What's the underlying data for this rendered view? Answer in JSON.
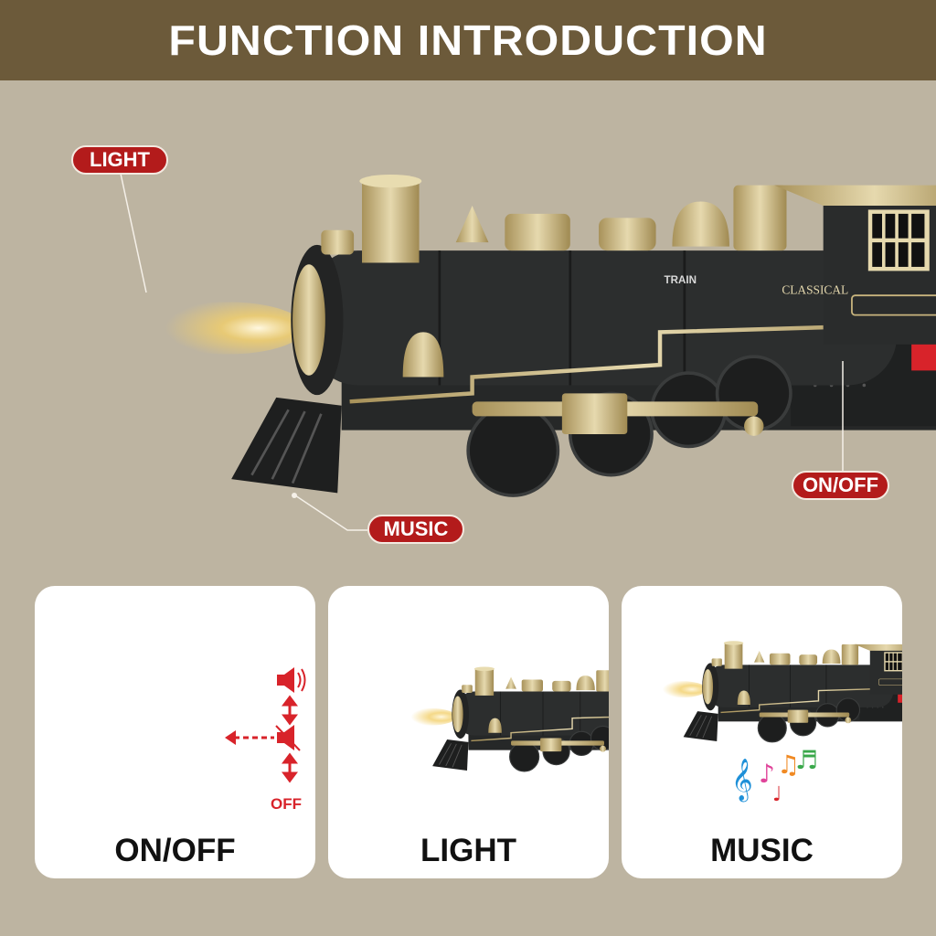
{
  "header": {
    "title": "FUNCTION INTRODUCTION"
  },
  "callouts": {
    "light": "LIGHT",
    "on_off": "ON/OFF",
    "music": "MUSIC"
  },
  "train": {
    "brand_badge": "TRAIN",
    "nameplate": "CLASSICAL"
  },
  "cards": [
    {
      "label": "ON/OFF",
      "indicator_text": "OFF",
      "icons": [
        "speaker-on-icon",
        "up-down-arrow-icon",
        "speaker-muted-icon",
        "dashed-arrow-left-icon",
        "up-down-arrow-icon"
      ]
    },
    {
      "label": "LIGHT",
      "icons": [
        "headlight-glow"
      ]
    },
    {
      "label": "MUSIC",
      "icons": [
        "music-notes-icon"
      ]
    }
  ],
  "colors": {
    "header_bg": "#6c5a3a",
    "page_bg": "#bdb4a1",
    "callout_red": "#b31b1b",
    "indicator_red": "#d8232a",
    "gold": "#c9b57e",
    "body_black": "#2a2c2c"
  }
}
